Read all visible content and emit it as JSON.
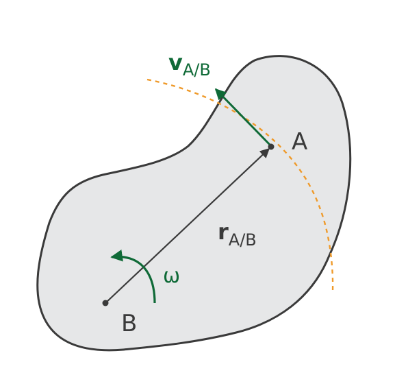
{
  "labels": {
    "point_a": "A",
    "point_b": "B",
    "omega": "ω",
    "velocity_main": "v",
    "velocity_sub": "A/B",
    "position_main": "r",
    "position_sub": "A/B"
  },
  "colors": {
    "body_fill": "#e6e7e8",
    "outline": "#3a3a3a",
    "velocity_and_rotation": "#0f6a37",
    "circular_path": "#ef9a2a"
  }
}
